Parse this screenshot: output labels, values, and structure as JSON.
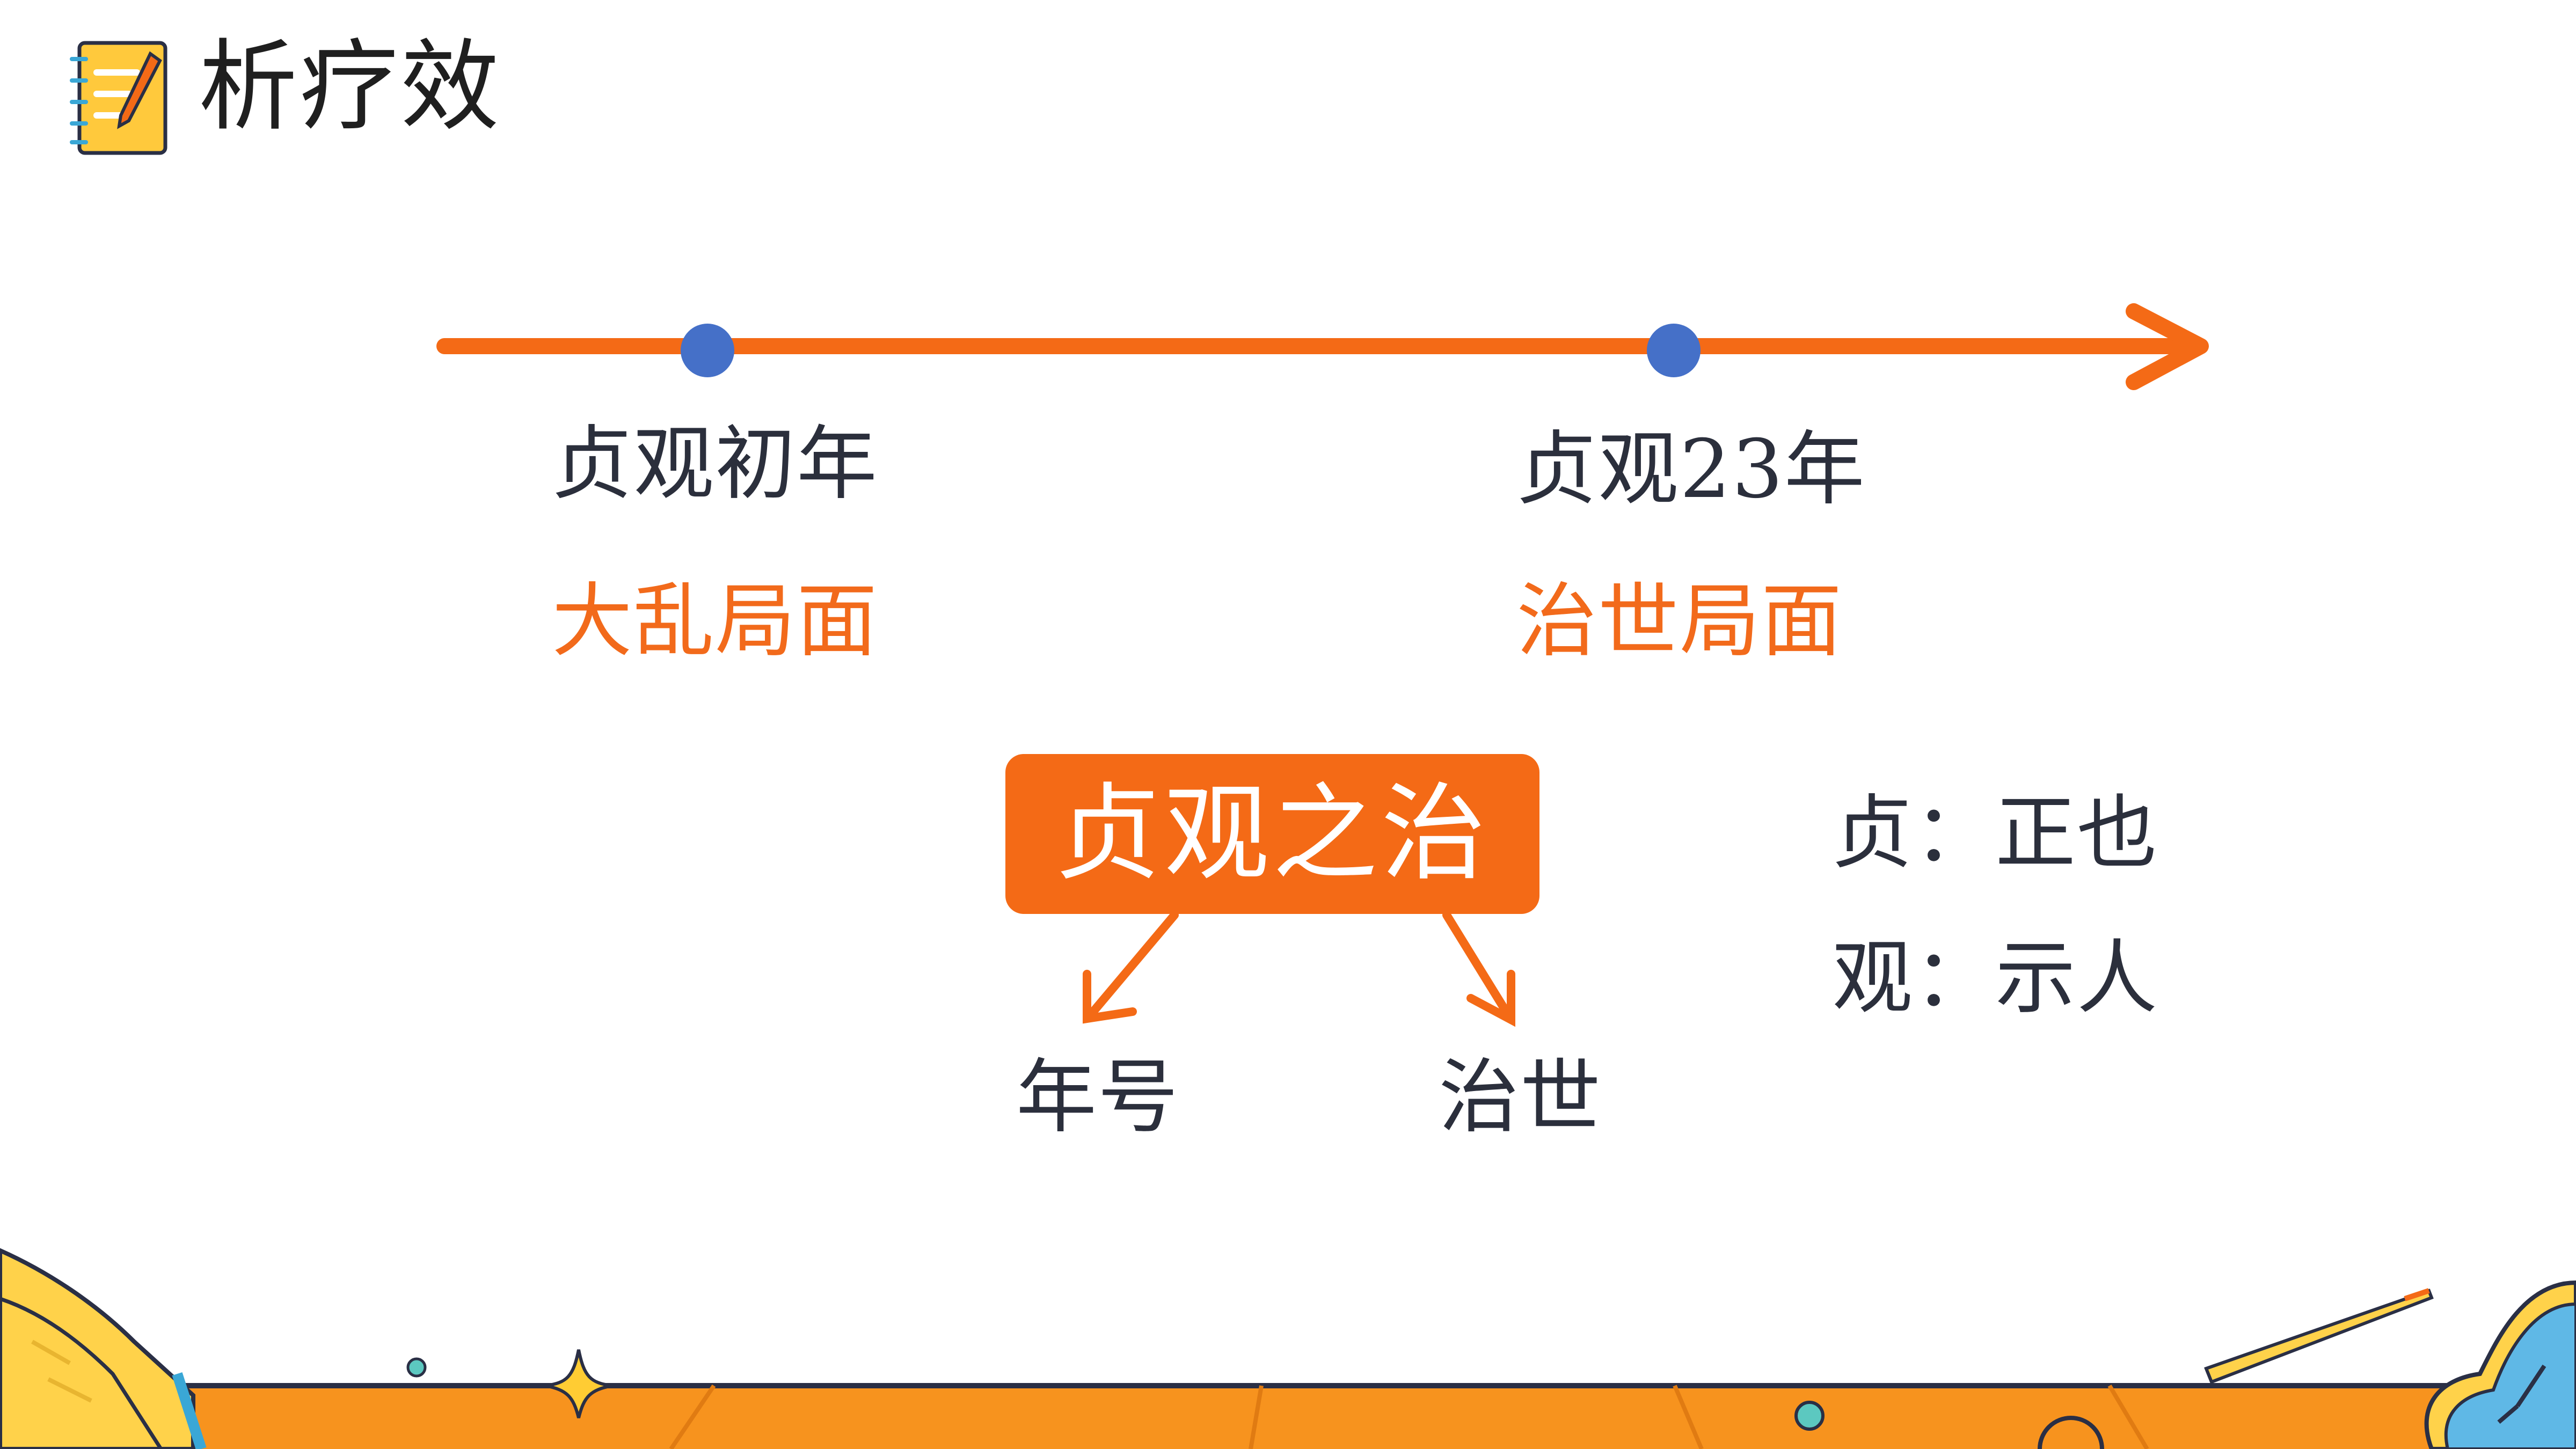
{
  "page": {
    "title": "析疗效",
    "icon": "notebook-pencil-icon"
  },
  "timeline": {
    "points": [
      {
        "label": "贞观初年",
        "state": "大乱局面"
      },
      {
        "label": "贞观23年",
        "state": "治世局面"
      }
    ]
  },
  "concept": {
    "term": "贞观之治",
    "branches": [
      "年号",
      "治世"
    ]
  },
  "gloss": {
    "line1": "贞：正也",
    "line2": "观：示人"
  },
  "colors": {
    "accent": "#f46a16",
    "dot": "#4570c8",
    "text": "#2b2f3c",
    "footer": "#f7931e"
  }
}
